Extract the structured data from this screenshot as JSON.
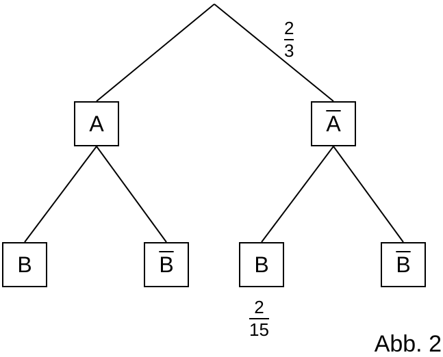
{
  "nodes": {
    "a": {
      "letter": "A",
      "negated": false
    },
    "a_bar": {
      "letter": "A",
      "negated": true
    },
    "b_under_a": {
      "letter": "B",
      "negated": false
    },
    "b_bar_under_a": {
      "letter": "B",
      "negated": true
    },
    "b_under_a_bar": {
      "letter": "B",
      "negated": false
    },
    "b_bar_under_a_bar": {
      "letter": "B",
      "negated": true
    }
  },
  "branch_labels": {
    "root_to_a_bar": {
      "numerator": "2",
      "denominator": "3"
    },
    "a_bar_b": {
      "numerator": "2",
      "denominator": "15"
    }
  },
  "caption": "Abb. 2",
  "colors": {
    "line": "#000000",
    "background": "#ffffff"
  }
}
